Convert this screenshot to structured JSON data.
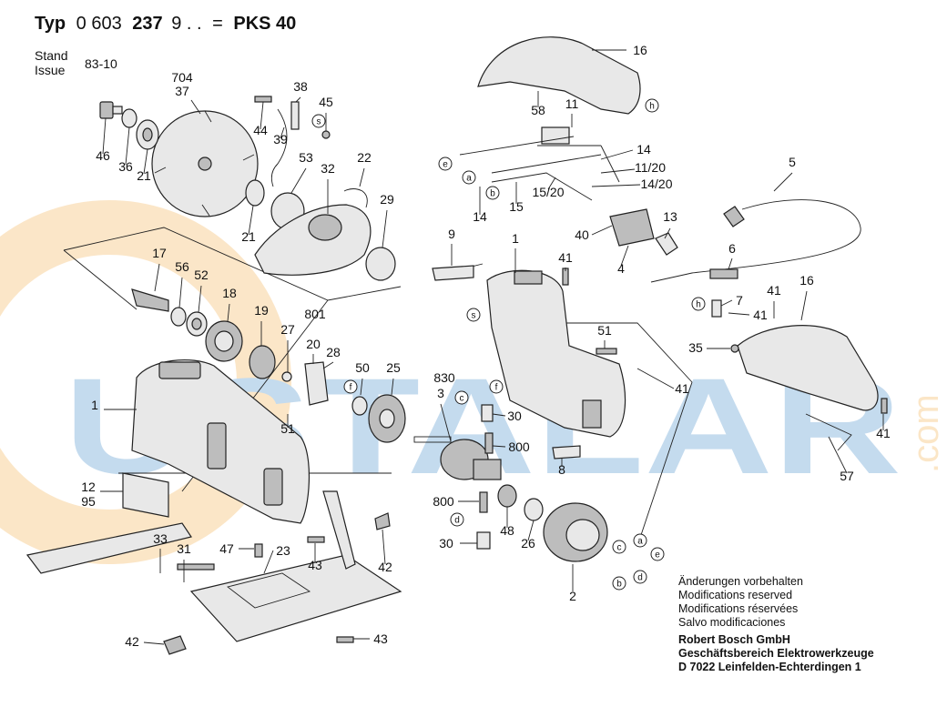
{
  "header": {
    "typ_label": "Typ",
    "typ_number_a": "0 603",
    "typ_number_b": "237",
    "typ_number_c": "9 . .",
    "equals": "=",
    "model": "PKS 40",
    "stand_label": "Stand",
    "issue_label": "Issue",
    "issue_value": "83-10"
  },
  "watermark": {
    "text": "USTALAR",
    "domain": ".com",
    "color": "#2f7fc6",
    "accent_color": "#f2a73a"
  },
  "notes": {
    "lines": [
      "Änderungen vorbehalten",
      "Modifications reserved",
      "Modifications réservées",
      "Salvo modificaciones"
    ],
    "company": [
      "Robert Bosch GmbH",
      "Geschäftsbereich Elektrowerkzeuge",
      "D 7022 Leinfelden-Echterdingen 1"
    ]
  },
  "part_labels": [
    {
      "id": "p704",
      "text": "704"
    },
    {
      "id": "p37",
      "text": "37"
    },
    {
      "id": "p46",
      "text": "46"
    },
    {
      "id": "p36",
      "text": "36"
    },
    {
      "id": "p21a",
      "text": "21"
    },
    {
      "id": "p44",
      "text": "44"
    },
    {
      "id": "p38",
      "text": "38"
    },
    {
      "id": "p39",
      "text": "39"
    },
    {
      "id": "p45",
      "text": "45"
    },
    {
      "id": "p53",
      "text": "53"
    },
    {
      "id": "p32",
      "text": "32"
    },
    {
      "id": "p22",
      "text": "22"
    },
    {
      "id": "p29",
      "text": "29"
    },
    {
      "id": "p21b",
      "text": "21"
    },
    {
      "id": "p17",
      "text": "17"
    },
    {
      "id": "p56",
      "text": "56"
    },
    {
      "id": "p52",
      "text": "52"
    },
    {
      "id": "p18",
      "text": "18"
    },
    {
      "id": "p19",
      "text": "19"
    },
    {
      "id": "p801",
      "text": "801"
    },
    {
      "id": "p27",
      "text": "27"
    },
    {
      "id": "p20",
      "text": "20"
    },
    {
      "id": "p28",
      "text": "28"
    },
    {
      "id": "p50",
      "text": "50"
    },
    {
      "id": "p25",
      "text": "25"
    },
    {
      "id": "p1a",
      "text": "1"
    },
    {
      "id": "p51a",
      "text": "51"
    },
    {
      "id": "p830",
      "text": "830"
    },
    {
      "id": "p3",
      "text": "3"
    },
    {
      "id": "p30a",
      "text": "30"
    },
    {
      "id": "p800a",
      "text": "800"
    },
    {
      "id": "p12",
      "text": "12"
    },
    {
      "id": "p95",
      "text": "95"
    },
    {
      "id": "p800b",
      "text": "800"
    },
    {
      "id": "p48",
      "text": "48"
    },
    {
      "id": "p26",
      "text": "26"
    },
    {
      "id": "p30b",
      "text": "30"
    },
    {
      "id": "p33",
      "text": "33"
    },
    {
      "id": "p31",
      "text": "31"
    },
    {
      "id": "p47",
      "text": "47"
    },
    {
      "id": "p23",
      "text": "23"
    },
    {
      "id": "p43a",
      "text": "43"
    },
    {
      "id": "p42a",
      "text": "42"
    },
    {
      "id": "p42b",
      "text": "42"
    },
    {
      "id": "p43b",
      "text": "43"
    },
    {
      "id": "p2",
      "text": "2"
    },
    {
      "id": "p16a",
      "text": "16"
    },
    {
      "id": "p58",
      "text": "58"
    },
    {
      "id": "p11",
      "text": "11"
    },
    {
      "id": "p14a",
      "text": "14"
    },
    {
      "id": "p11_20",
      "text": "11/20"
    },
    {
      "id": "p14_20",
      "text": "14/20"
    },
    {
      "id": "p14b",
      "text": "14"
    },
    {
      "id": "p15",
      "text": "15"
    },
    {
      "id": "p15_20",
      "text": "15/20"
    },
    {
      "id": "p40",
      "text": "40"
    },
    {
      "id": "p13",
      "text": "13"
    },
    {
      "id": "p4",
      "text": "4"
    },
    {
      "id": "p5",
      "text": "5"
    },
    {
      "id": "p9",
      "text": "9"
    },
    {
      "id": "p1b",
      "text": "1"
    },
    {
      "id": "p41a",
      "text": "41"
    },
    {
      "id": "p6",
      "text": "6"
    },
    {
      "id": "p16b",
      "text": "16"
    },
    {
      "id": "p7",
      "text": "7"
    },
    {
      "id": "p41b",
      "text": "41"
    },
    {
      "id": "p41c",
      "text": "41"
    },
    {
      "id": "p51b",
      "text": "51"
    },
    {
      "id": "p35",
      "text": "35"
    },
    {
      "id": "p41d",
      "text": "41"
    },
    {
      "id": "p41e",
      "text": "41"
    },
    {
      "id": "p8",
      "text": "8"
    },
    {
      "id": "p57",
      "text": "57"
    }
  ],
  "callouts": [
    {
      "id": "c_e1",
      "text": "e"
    },
    {
      "id": "c_a1",
      "text": "a"
    },
    {
      "id": "c_b1",
      "text": "b"
    },
    {
      "id": "c_h1",
      "text": "h"
    },
    {
      "id": "c_s1",
      "text": "s"
    },
    {
      "id": "c_s2",
      "text": "s"
    },
    {
      "id": "c_h2",
      "text": "h"
    },
    {
      "id": "c_f1",
      "text": "f"
    },
    {
      "id": "c_f2",
      "text": "f"
    },
    {
      "id": "c_c1",
      "text": "c"
    },
    {
      "id": "c_d1",
      "text": "d"
    },
    {
      "id": "c_a2",
      "text": "a"
    },
    {
      "id": "c_e2",
      "text": "e"
    },
    {
      "id": "c_c2",
      "text": "c"
    },
    {
      "id": "c_b2",
      "text": "b"
    },
    {
      "id": "c_d2",
      "text": "d"
    }
  ]
}
